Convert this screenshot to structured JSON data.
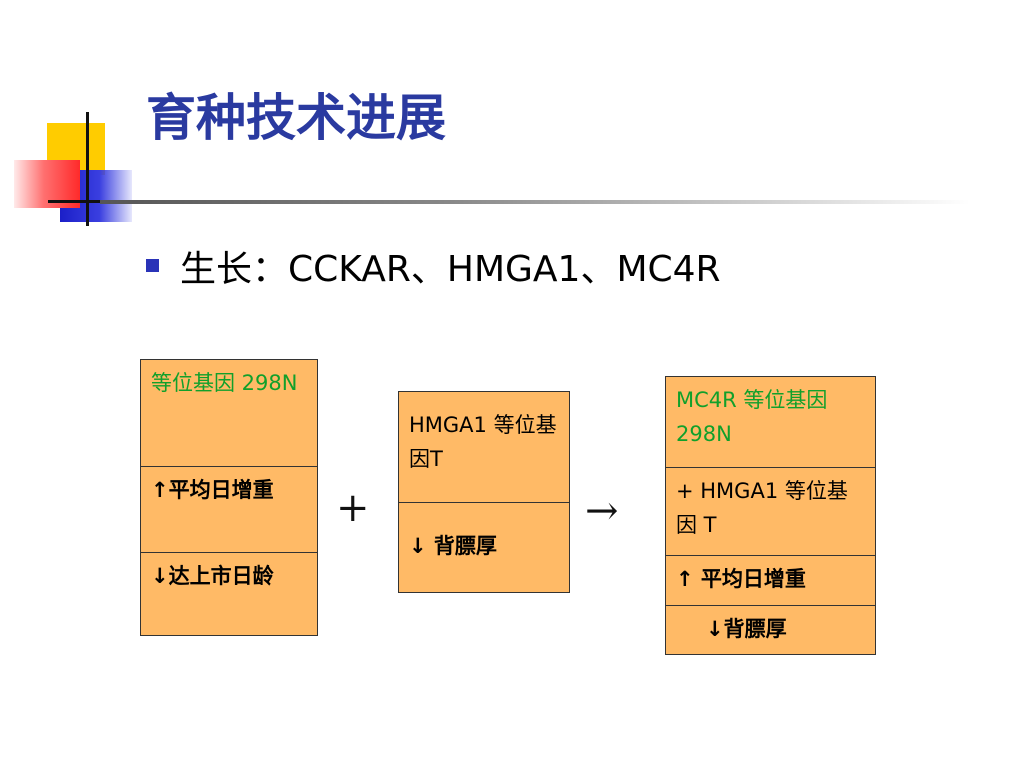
{
  "slide": {
    "title": "育种技术进展",
    "bullet": "生长：CCKAR、HMGA1、MC4R"
  },
  "box_left": {
    "cell1": "等位基因 298N",
    "cell2": "↑平均日增重",
    "cell3": "↓达上市日龄"
  },
  "op_plus": "+",
  "box_middle": {
    "cell1_text": "HMGA1 等位基因T",
    "cell2": "↓ 背膘厚"
  },
  "op_arrow": "→",
  "box_right": {
    "cell1": "MC4R 等位基因 298N",
    "cell2": "+ HMGA1 等位基因 T",
    "cell3": "↑ 平均日增重",
    "cell4": "↓背膘厚"
  },
  "colors": {
    "title": "#2a3aa0",
    "box_fill": "#ffba66",
    "green_text": "#11a02b",
    "bullet": "#2a33b8"
  }
}
